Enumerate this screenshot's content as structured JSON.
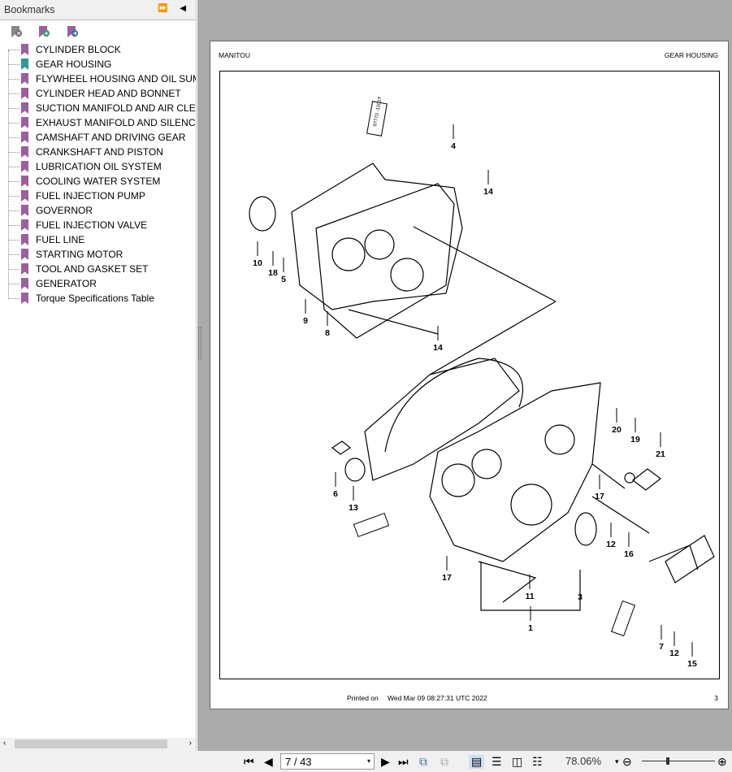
{
  "sidebar": {
    "title": "Bookmarks",
    "controls": "⏩ ◀",
    "toolbar": [
      "delete-bookmark",
      "add-bookmark",
      "go-to-bookmark"
    ],
    "items": [
      {
        "label": "CYLINDER BLOCK"
      },
      {
        "label": "GEAR HOUSING",
        "selected": true
      },
      {
        "label": "FLYWHEEL HOUSING AND OIL SUMP"
      },
      {
        "label": "CYLINDER HEAD AND BONNET"
      },
      {
        "label": "SUCTION MANIFOLD AND AIR CLEANER"
      },
      {
        "label": "EXHAUST MANIFOLD AND SILENCER"
      },
      {
        "label": "CAMSHAFT AND DRIVING GEAR"
      },
      {
        "label": "CRANKSHAFT AND PISTON"
      },
      {
        "label": "LUBRICATION OIL SYSTEM"
      },
      {
        "label": "COOLING WATER SYSTEM"
      },
      {
        "label": "FUEL INJECTION PUMP"
      },
      {
        "label": "GOVERNOR"
      },
      {
        "label": "FUEL INJECTION VALVE"
      },
      {
        "label": "FUEL LINE"
      },
      {
        "label": "STARTING MOTOR"
      },
      {
        "label": "TOOL AND GASKET SET"
      },
      {
        "label": "GENERATOR"
      },
      {
        "label": "Torque Specifications Table"
      }
    ]
  },
  "page": {
    "brand": "MANITOU",
    "section": "GEAR HOUSING",
    "printed_label": "Printed on",
    "printed_date": "Wed Mar 09 08:27:31 UTC 2022",
    "page_number": "3",
    "tube_text": "97770 -1201T",
    "callouts": [
      "4",
      "14",
      "10",
      "18",
      "5",
      "9",
      "8",
      "14",
      "20",
      "19",
      "21",
      "6",
      "13",
      "17",
      "12",
      "16",
      "17",
      "11",
      "3",
      "1",
      "7",
      "12",
      "15"
    ]
  },
  "navbar": {
    "page_field": "7 / 43",
    "zoom": "78.06%"
  },
  "colors": {
    "bookmark": "#9b5fa0",
    "bookmark_selected": "#2e9a94",
    "viewer_bg": "#ababab"
  }
}
